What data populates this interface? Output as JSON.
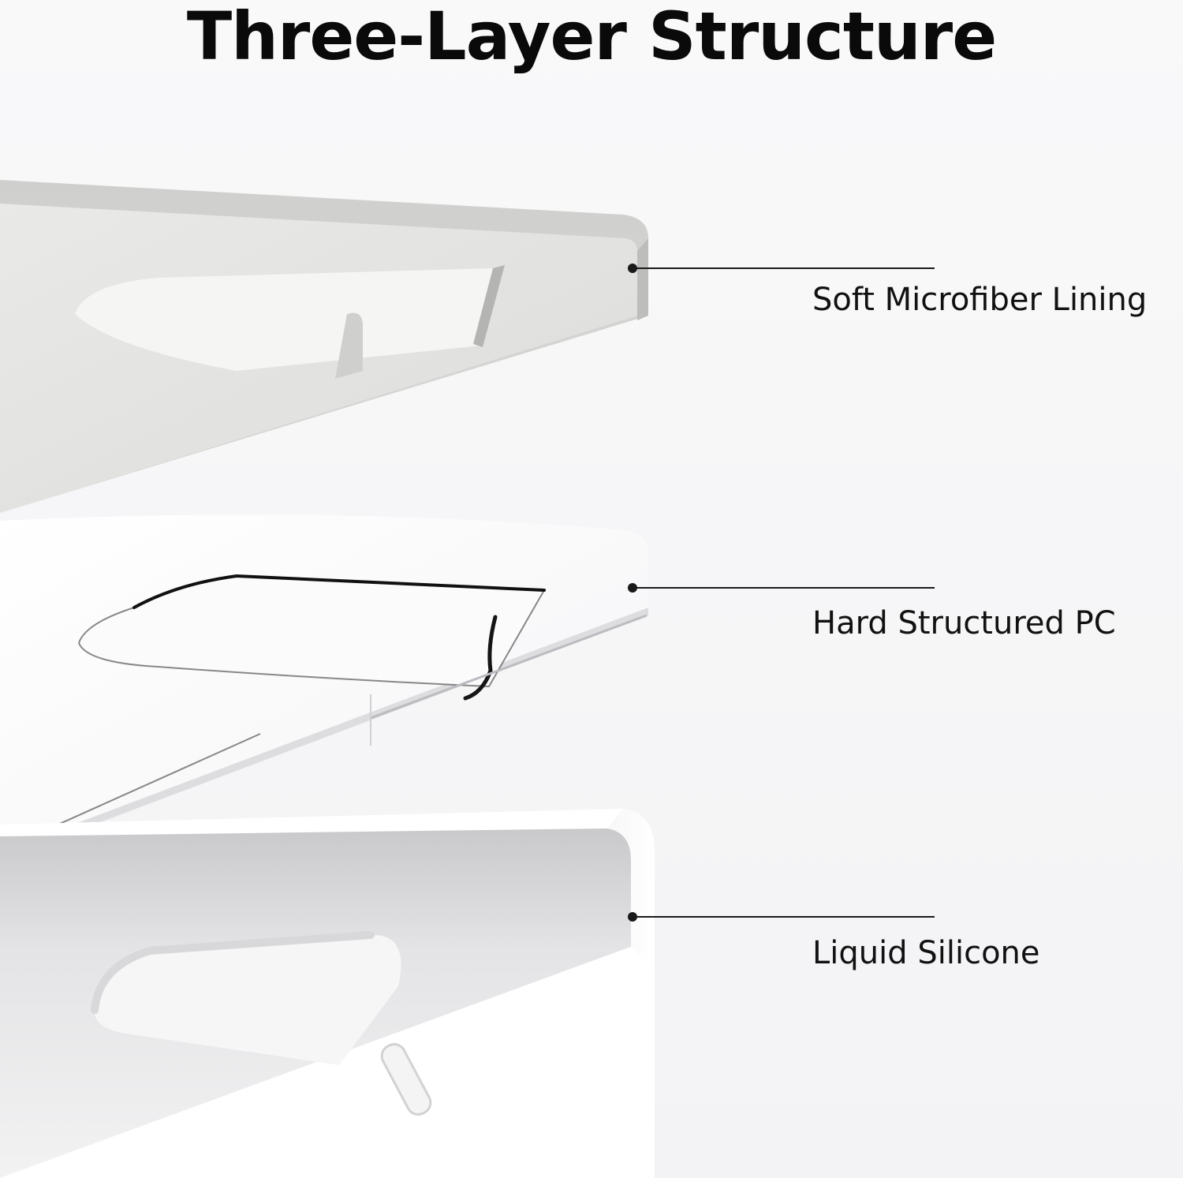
{
  "title": "Three-Layer Structure",
  "layers": [
    {
      "label": "Soft Microfiber Lining",
      "color": "#e3e3e2"
    },
    {
      "label": "Hard Structured PC",
      "color": "#ffffff"
    },
    {
      "label": "Liquid Silicone",
      "color": "#ffffff"
    }
  ]
}
